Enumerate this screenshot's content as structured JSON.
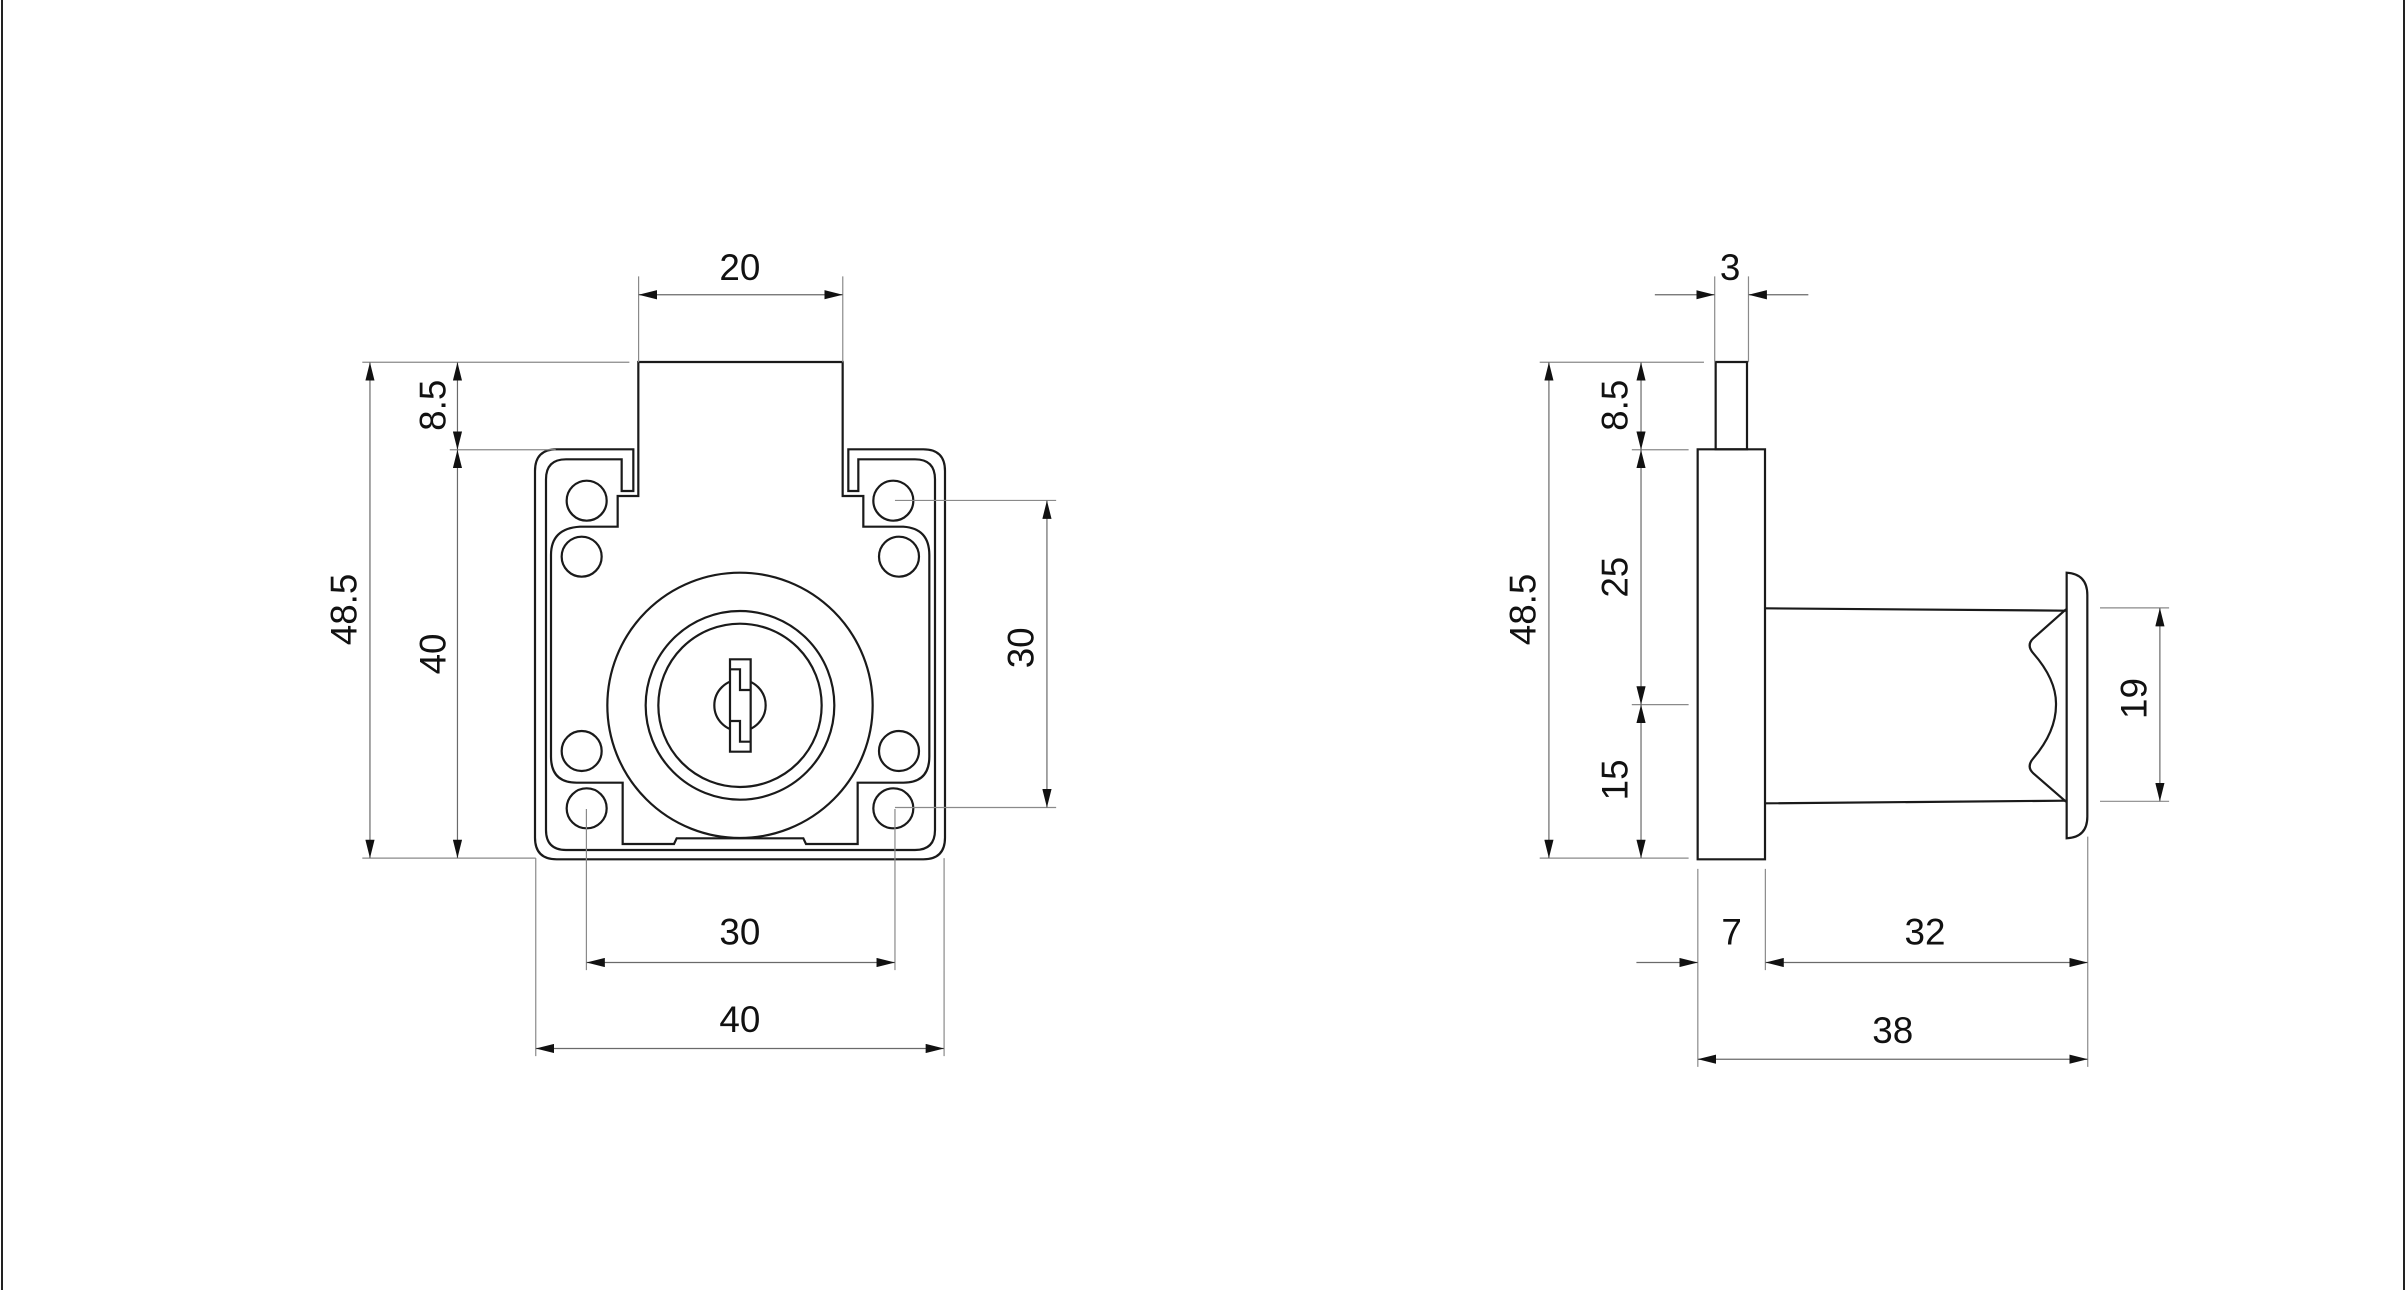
{
  "drawing": {
    "front_view": {
      "dims": {
        "tongue_width": "20",
        "total_height": "48.5",
        "tongue_height": "8.5",
        "body_height": "40",
        "hole_spacing_vertical": "30",
        "hole_spacing_horizontal": "30",
        "body_width": "40"
      }
    },
    "side_view": {
      "dims": {
        "tongue_thickness": "3",
        "total_height": "48.5",
        "tongue_height": "8.5",
        "upper_to_axis": "25",
        "lower_to_axis": "15",
        "flange_diameter": "19",
        "body_depth": "7",
        "cylinder_length": "32",
        "total_depth": "38"
      }
    }
  }
}
